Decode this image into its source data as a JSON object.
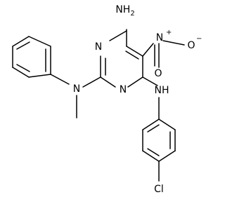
{
  "structure": {
    "labels": {
      "amino": "NH2",
      "amino_main": "NH",
      "amino_sub": "2",
      "ring_n_top": "N",
      "ring_n_bottom": "N",
      "nitro_n": "N",
      "nitro_plus": "+",
      "nitro_o_right": "O",
      "nitro_o_right_minus": "−",
      "nitro_o_down": "O",
      "amine_n_left": "N",
      "amine_nh": "NH",
      "chloro": "Cl"
    },
    "colors": {
      "bond": "#000000",
      "label": "#000000",
      "background": "#ffffff"
    }
  }
}
